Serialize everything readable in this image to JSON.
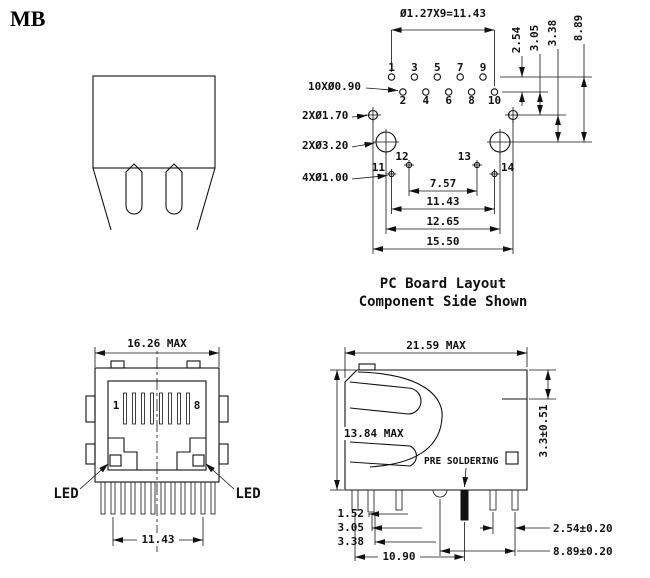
{
  "page": {
    "title": "MB"
  },
  "pcb": {
    "caption1": "PC Board Layout",
    "caption2": "Component Side Shown",
    "dim_top": "Ø1.27X9=11.43",
    "label_pins10": "10XØ0.90",
    "label_holes170": "2XØ1.70",
    "label_holes320": "2XØ3.20",
    "label_pins4": "4XØ1.00",
    "pins_top": [
      "1",
      "3",
      "5",
      "7",
      "9"
    ],
    "pins_bottom": [
      "2",
      "4",
      "6",
      "8",
      "10"
    ],
    "pins_aux": [
      "11",
      "12",
      "13",
      "14"
    ],
    "dims_right": [
      "2.54",
      "3.05",
      "3.38",
      "8.89"
    ],
    "dims_bottom": [
      "7.57",
      "11.43",
      "12.65",
      "15.50"
    ]
  },
  "front": {
    "dim_width": "16.26 MAX",
    "pin_first": "1",
    "pin_last": "8",
    "led_left": "LED",
    "led_right": "LED",
    "dim_pins": "11.43"
  },
  "side": {
    "dim_width": "21.59 MAX",
    "dim_height": "13.84 MAX",
    "dim_tab": "3.3±0.51",
    "pre_soldering": "PRE SOLDERING",
    "dims_left": [
      "1.52",
      "3.05",
      "3.38"
    ],
    "dim_span": "10.90",
    "dim_pitch": "2.54±0.20",
    "dim_total": "8.89±0.20"
  }
}
